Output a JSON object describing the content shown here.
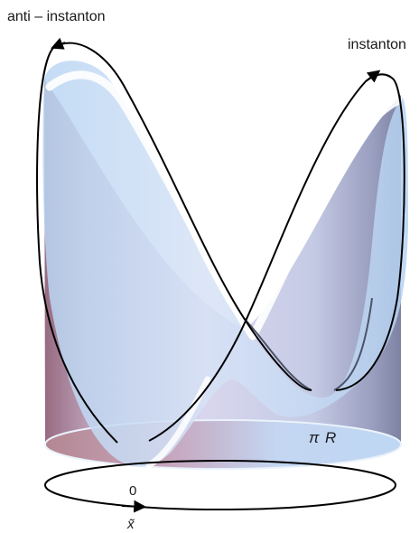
{
  "labels": {
    "anti_instanton": "anti – instanton",
    "instanton": "instanton",
    "pi_symbol": "π",
    "R": "R",
    "zero": "0",
    "x_tilde": "x̃"
  }
}
